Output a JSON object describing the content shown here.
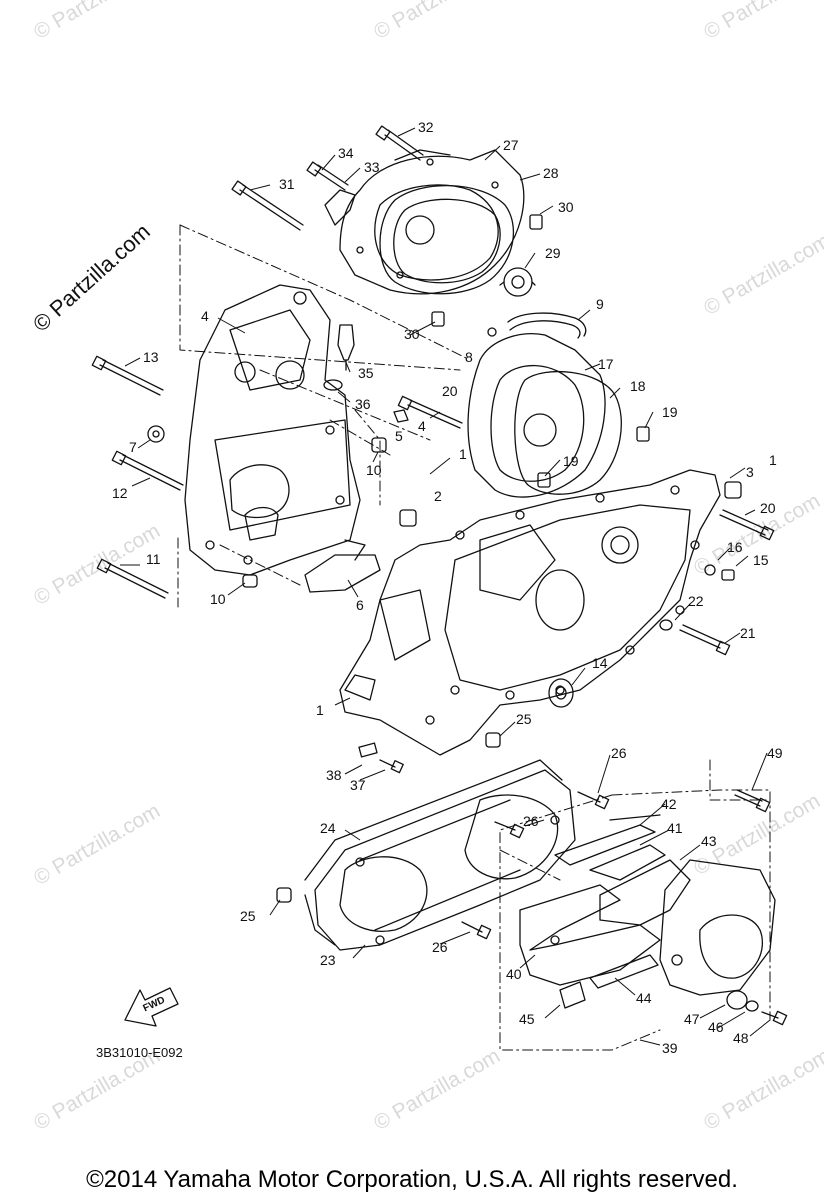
{
  "site_mark": "© Partzilla.com",
  "watermark": "© Partzilla.com",
  "diagram_code": "3B31010-E092",
  "fwd_label": "FWD",
  "copyright": "©2014 Yamaha Motor Corporation, U.S.A. All rights reserved.",
  "callouts": {
    "c1": "1",
    "c2": "2",
    "c3": "3",
    "c4": "4",
    "c5": "5",
    "c6": "6",
    "c7": "7",
    "c8": "8",
    "c9": "9",
    "c10": "10",
    "c11": "11",
    "c12": "12",
    "c13": "13",
    "c14": "14",
    "c15": "15",
    "c16": "16",
    "c17": "17",
    "c18": "18",
    "c19": "19",
    "c20": "20",
    "c21": "21",
    "c22": "22",
    "c23": "23",
    "c24": "24",
    "c25": "25",
    "c26": "26",
    "c27": "27",
    "c28": "28",
    "c29": "29",
    "c30": "30",
    "c31": "31",
    "c32": "32",
    "c33": "33",
    "c34": "34",
    "c35": "35",
    "c36": "36",
    "c37": "37",
    "c38": "38",
    "c39": "39",
    "c40": "40",
    "c41": "41",
    "c42": "42",
    "c43": "43",
    "c44": "44",
    "c45": "45",
    "c46": "46",
    "c47": "47",
    "c48": "48",
    "c49": "49"
  }
}
